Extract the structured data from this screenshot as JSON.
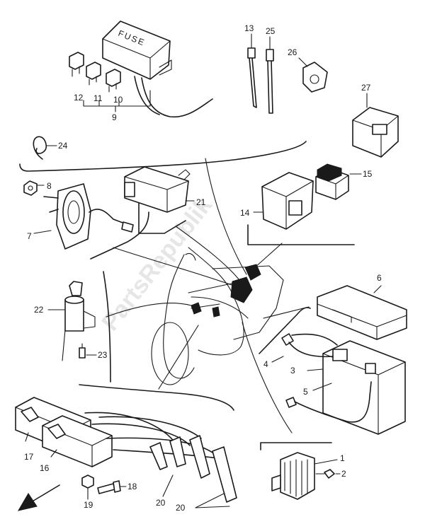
{
  "diagram": {
    "fuse_box_text": "FUSE",
    "watermark": "PartsRepublik",
    "callouts": {
      "c1": "1",
      "c2": "2",
      "c3": "3",
      "c4": "4",
      "c5": "5",
      "c6": "6",
      "c7": "7",
      "c8": "8",
      "c9": "9",
      "c10": "10",
      "c11": "11",
      "c12": "12",
      "c13": "13",
      "c14": "14",
      "c15": "15",
      "c16": "16",
      "c17": "17",
      "c18": "18",
      "c19": "19",
      "c20a": "20",
      "c20b": "20",
      "c21": "21",
      "c22": "22",
      "c23": "23",
      "c24": "24",
      "c25": "25",
      "c26": "26",
      "c27": "27"
    }
  }
}
